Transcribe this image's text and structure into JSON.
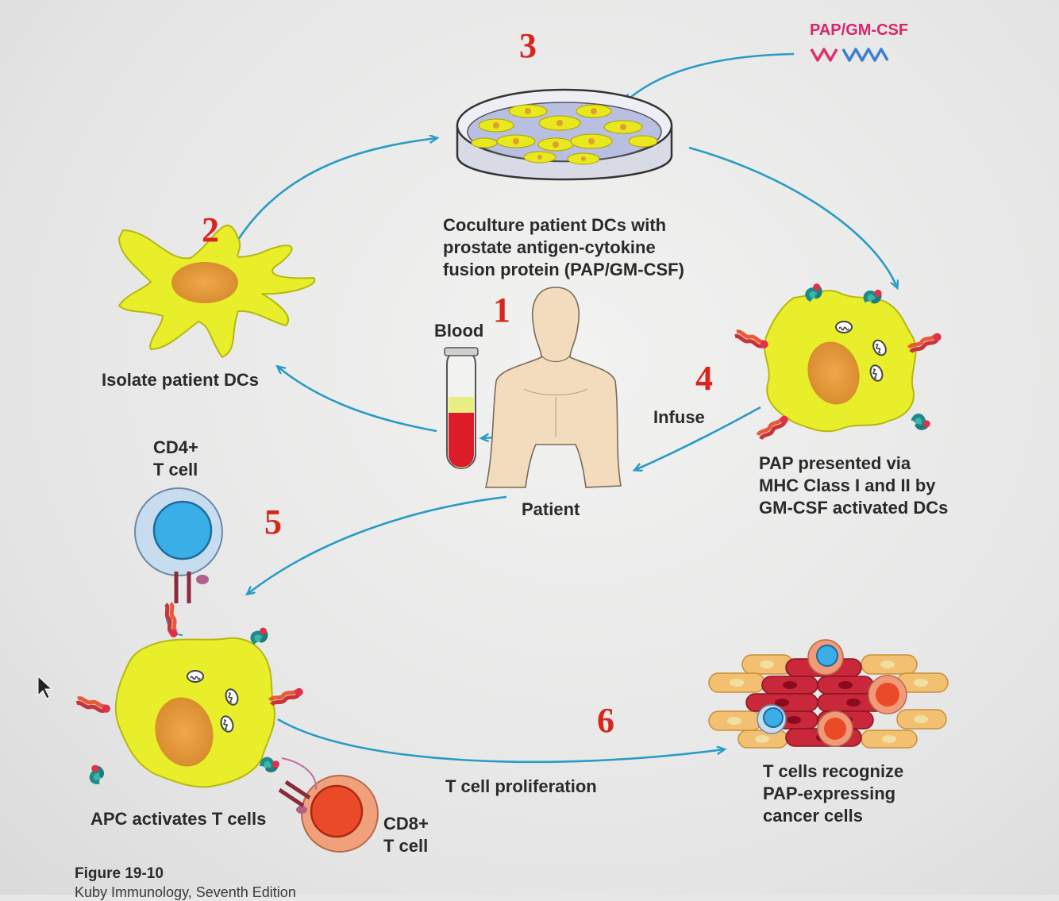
{
  "colors": {
    "arrow": "#2a9bc6",
    "step_number": "#d8261c",
    "dc_yellow": "#e8ee2a",
    "cytokine_label": "#d8266a"
  },
  "steps": [
    "1",
    "2",
    "3",
    "4",
    "5",
    "6"
  ],
  "labels": {
    "cytokine": "PAP/GM-CSF",
    "coculture": [
      "Coculture patient DCs with",
      "prostate antigen-cytokine",
      "fusion protein (PAP/GM-CSF)"
    ],
    "blood": "Blood",
    "isolate": "Isolate patient DCs",
    "infuse": "Infuse",
    "pap_presented": [
      "PAP presented via",
      "MHC Class I and II by",
      "GM-CSF activated DCs"
    ],
    "cd4": [
      "CD4+",
      "T cell"
    ],
    "patient": "Patient",
    "apc": "APC activates T cells",
    "cd8": [
      "CD8+",
      "T cell"
    ],
    "proliferation": "T cell proliferation",
    "recognize": [
      "T cells recognize",
      "PAP-expressing",
      "cancer cells"
    ]
  },
  "figure": {
    "number": "Figure 19-10",
    "source": "Kuby Immunology, Seventh Edition"
  },
  "icons": [
    "petri-dish-icon",
    "dendritic-cell-icon",
    "human-body-icon",
    "blood-tube-icon",
    "activated-dc-icon",
    "cd4-t-cell-icon",
    "apc-cell-icon",
    "cd8-t-cell-icon",
    "tumor-tissue-icon",
    "mouse-cursor-icon"
  ]
}
